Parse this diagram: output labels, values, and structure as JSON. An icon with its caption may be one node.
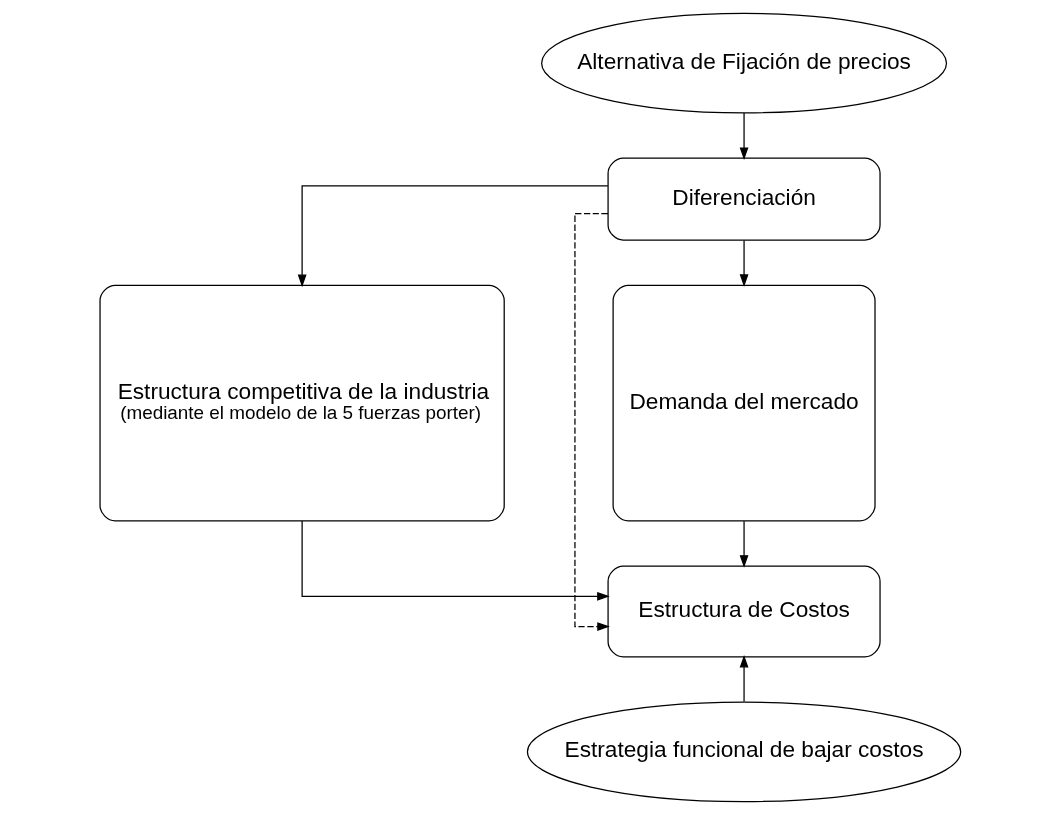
{
  "diagram": {
    "nodes": [
      {
        "text": [
          "Alternativa de Fijación de precios"
        ]
      },
      {
        "text": [
          "Diferenciación"
        ]
      },
      {
        "text": [
          "Estructura competitiva de la industria",
          "(mediante el modelo de la 5 fuerzas porter)"
        ]
      },
      {
        "text": [
          "Demanda del mercado"
        ]
      },
      {
        "text": [
          "Estructura de Costos"
        ]
      },
      {
        "text": [
          "Estrategia funcional de bajar costos"
        ]
      }
    ],
    "edges": [
      {
        "from": 0,
        "to": 1,
        "arrow": "to"
      },
      {
        "from": 1,
        "to": 2,
        "arrow": "to"
      },
      {
        "from": 1,
        "to": 3,
        "arrow": "to"
      },
      {
        "from": 1,
        "to": 4,
        "arrow": "to",
        "style": "dashed"
      },
      {
        "from": 2,
        "to": 4,
        "arrow": "to"
      },
      {
        "from": 3,
        "to": 4,
        "arrow": "to"
      },
      {
        "from": 5,
        "to": 4,
        "arrow": "to"
      }
    ]
  }
}
